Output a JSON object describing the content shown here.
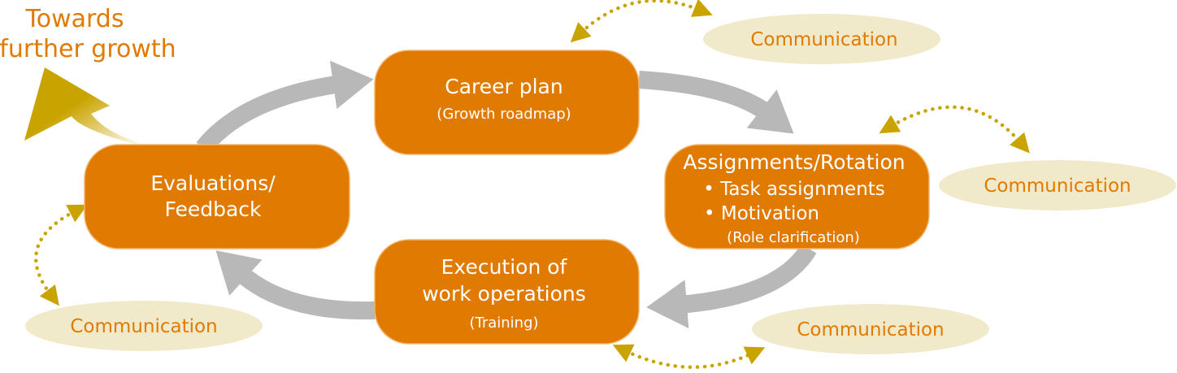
{
  "growth_label": [
    "Towards",
    "further growth"
  ],
  "nodes": {
    "career_plan": {
      "title": "Career plan",
      "subtitle": "(Growth roadmap)"
    },
    "assignments": {
      "title": "Assignments/Rotation",
      "bullets": [
        "• Task assignments",
        "• Motivation"
      ],
      "note": "(Role clarification)"
    },
    "execution": {
      "title": [
        "Execution of",
        "work operations"
      ],
      "subtitle": "(Training)"
    },
    "evaluations": {
      "title": [
        "Evaluations/",
        "Feedback"
      ]
    }
  },
  "communication": [
    "Communication",
    "Communication",
    "Communication",
    "Communication"
  ],
  "colors": {
    "orange": "#E07A00",
    "gray": "#B7B8B7",
    "gold": "#C9A400",
    "cream": "#F0EACB"
  }
}
